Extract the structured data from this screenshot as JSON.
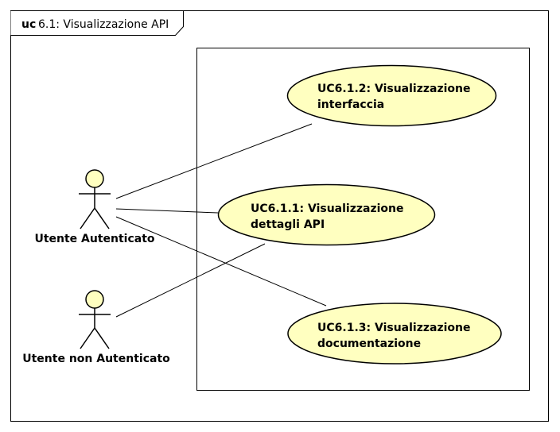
{
  "frame": {
    "keyword": "uc",
    "title": "6.1: Visualizzazione API"
  },
  "use_cases": [
    {
      "id": "uc612",
      "line1": "UC6.1.2: Visualizzazione",
      "line2": "interfaccia"
    },
    {
      "id": "uc611",
      "line1": "UC6.1.1: Visualizzazione",
      "line2": "dettagli API"
    },
    {
      "id": "uc613",
      "line1": "UC6.1.3: Visualizzazione",
      "line2": "documentazione"
    }
  ],
  "actors": [
    {
      "id": "utente-autenticato",
      "label": "Utente Autenticato"
    },
    {
      "id": "utente-non-autenticato",
      "label": "Utente non Autenticato"
    }
  ],
  "colors": {
    "use_case_fill": "#FFFFC0",
    "actor_head_fill": "#FFFFC0",
    "line": "#000000"
  }
}
